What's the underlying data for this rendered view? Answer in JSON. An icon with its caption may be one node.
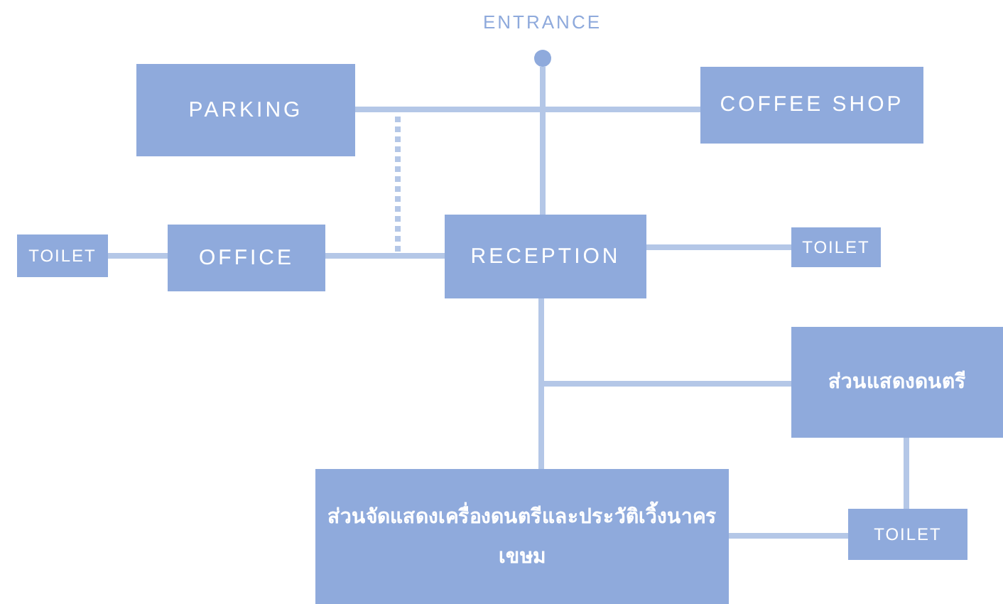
{
  "diagram": {
    "nodes": [
      {
        "text": [],
        "shape": "circle",
        "beside": [
          "ENTRANCE"
        ]
      },
      {
        "text": [
          "PARKING"
        ]
      },
      {
        "text": [
          "COFFEE SHOP"
        ]
      },
      {
        "text": [
          "TOILET"
        ]
      },
      {
        "text": [
          "OFFICE"
        ]
      },
      {
        "text": [
          "RECEPTION"
        ]
      },
      {
        "text": [
          "TOILET"
        ]
      },
      {
        "text": [
          "ส่วนแสดงดนตรี"
        ]
      },
      {
        "text": [
          "ส่วนจัดแสดงเครื่องดนตรีและประวัติเวิ้งนาครเขษม"
        ]
      },
      {
        "text": [
          "TOILET"
        ]
      }
    ],
    "edges": [
      {
        "from": 0,
        "to": 5,
        "arrow": "none"
      },
      {
        "from": 1,
        "to": 2,
        "arrow": "none"
      },
      {
        "from": 1,
        "to": 5,
        "arrow": "none",
        "style": "dashed"
      },
      {
        "from": 3,
        "to": 4,
        "arrow": "none"
      },
      {
        "from": 4,
        "to": 5,
        "arrow": "none"
      },
      {
        "from": 5,
        "to": 6,
        "arrow": "none"
      },
      {
        "from": 5,
        "to": 7,
        "arrow": "none"
      },
      {
        "from": 5,
        "to": 8,
        "arrow": "none"
      },
      {
        "from": 7,
        "to": 9,
        "arrow": "none"
      },
      {
        "from": 8,
        "to": 9,
        "arrow": "none"
      }
    ]
  }
}
